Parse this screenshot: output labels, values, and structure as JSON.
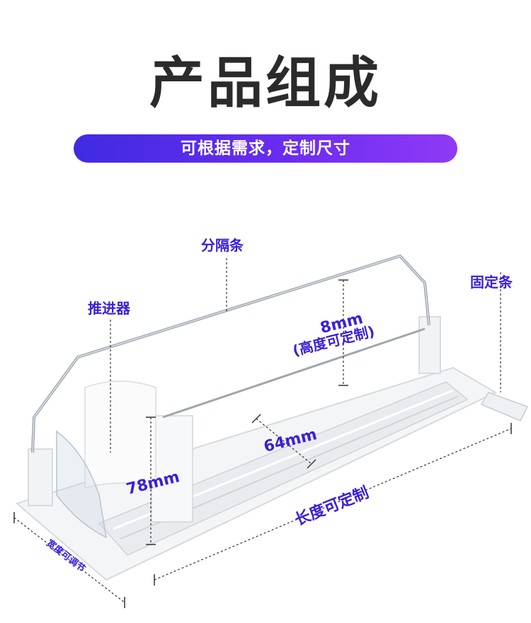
{
  "header": {
    "title": "产品组成",
    "subtitle": "可根据需求，定制尺寸"
  },
  "labels": {
    "divider": "分隔条",
    "pusher": "推进器",
    "fixing_bar": "固定条",
    "height_value": "8mm",
    "height_note": "(高度可定制)",
    "width_value": "64mm",
    "pusher_height": "78mm",
    "length_note": "长度可定制",
    "width_note": "宽度可调节"
  },
  "colors": {
    "accent": "#3b20d8",
    "title": "#2b2b2b",
    "pill_start": "#3f2be0",
    "pill_end": "#8f3af6"
  }
}
